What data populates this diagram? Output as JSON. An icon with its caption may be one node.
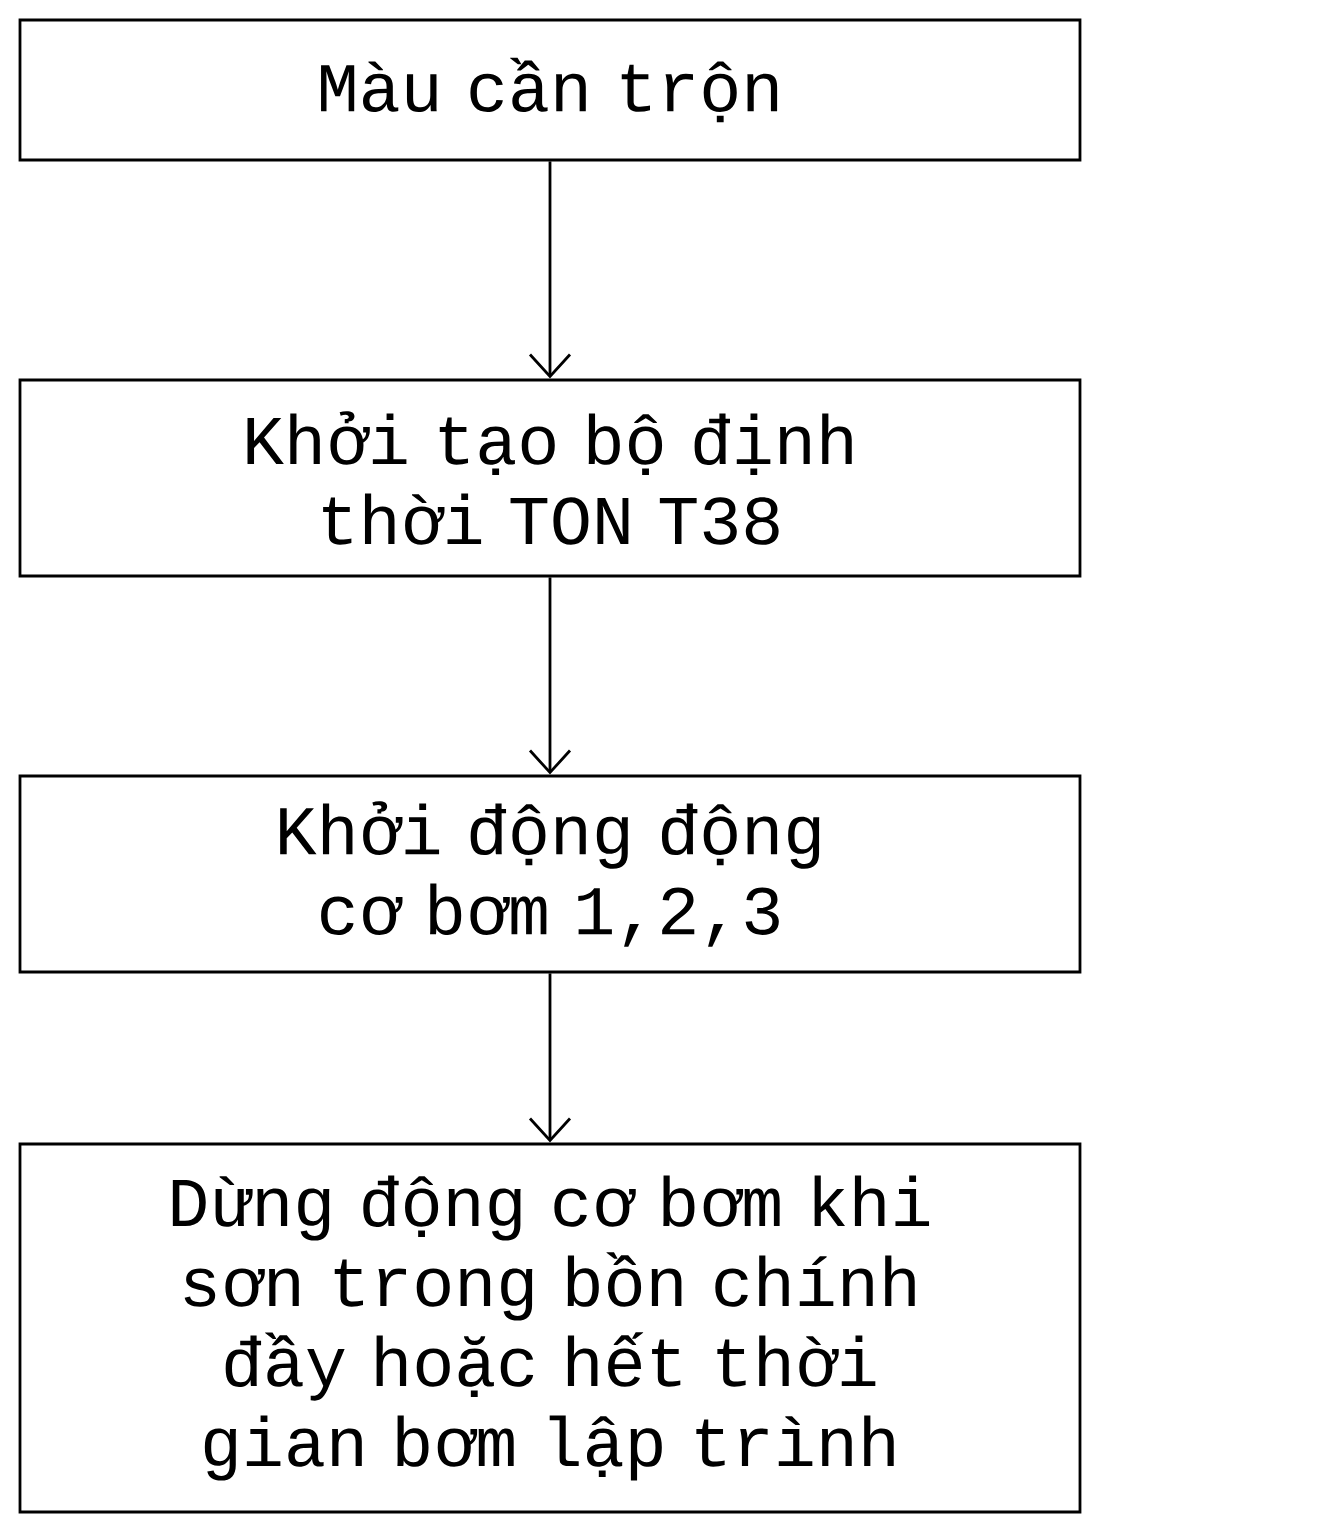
{
  "diagram": {
    "nodes": [
      {
        "text": [
          "Màu cần trộn"
        ]
      },
      {
        "text": [
          "Khởi tạo bộ định thời TON T38"
        ]
      },
      {
        "text": [
          "Khởi động động cơ bơm 1,2,3"
        ]
      },
      {
        "text": [
          "Dừng động cơ bơm khi sơn trong bồn chính đầy hoặc hết thời gian bơm lập trình"
        ]
      }
    ],
    "edges": [
      {
        "from": 0,
        "to": 1,
        "arrow": "to"
      },
      {
        "from": 1,
        "to": 2,
        "arrow": "to"
      },
      {
        "from": 2,
        "to": 3,
        "arrow": "to"
      }
    ]
  }
}
